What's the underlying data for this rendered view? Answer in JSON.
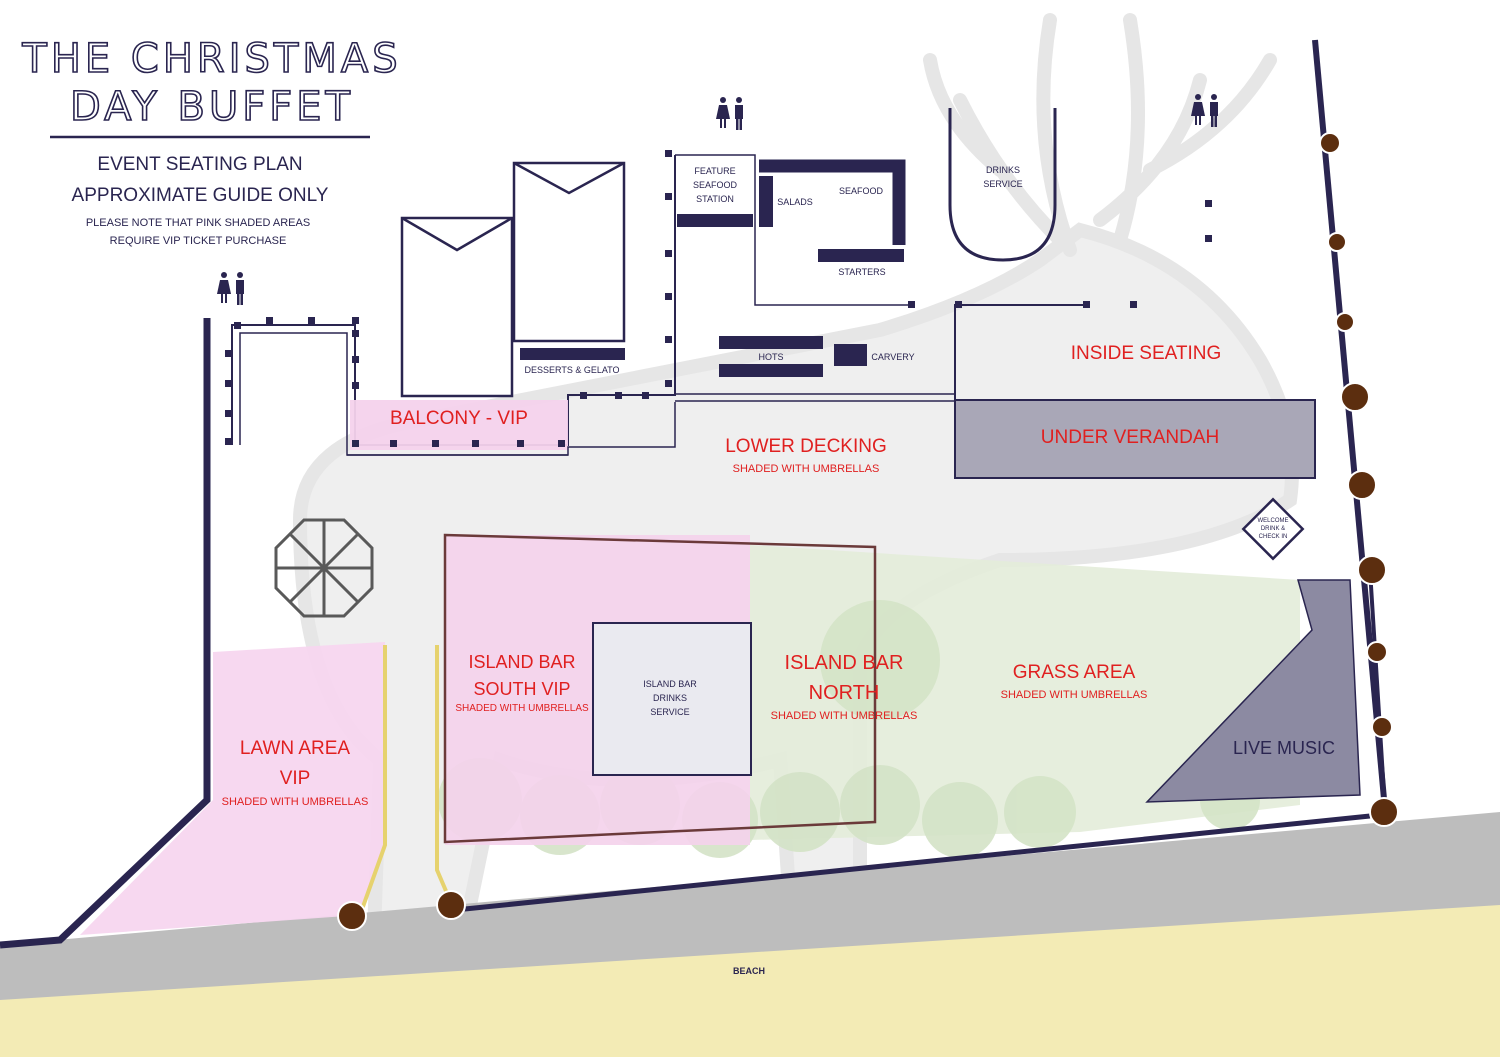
{
  "header": {
    "title_line1": "THE CHRISTMAS",
    "title_line2": "DAY BUFFET",
    "subtitle_line1": "EVENT SEATING PLAN",
    "subtitle_line2": "APPROXIMATE GUIDE ONLY",
    "note_line1": "PLEASE NOTE THAT PINK SHADED AREAS",
    "note_line2": "REQUIRE VIP TICKET PURCHASE"
  },
  "stations": {
    "feature_seafood": [
      "FEATURE",
      "SEAFOOD",
      "STATION"
    ],
    "salads": "SALADS",
    "seafood": "SEAFOOD",
    "starters": "STARTERS",
    "desserts": "DESSERTS & GELATO",
    "hots": "HOTS",
    "carvery": "CARVERY",
    "drinks_service": [
      "DRINKS",
      "SERVICE"
    ],
    "island_bar_service": [
      "ISLAND BAR",
      "DRINKS",
      "SERVICE"
    ],
    "welcome": [
      "WELCOME",
      "DRINK &",
      "CHECK IN"
    ]
  },
  "zones": {
    "inside_seating": "INSIDE SEATING",
    "under_verandah": "UNDER VERANDAH",
    "balcony_vip": "BALCONY - VIP",
    "lower_decking": "LOWER DECKING",
    "lower_decking_sub": "SHADED WITH UMBRELLAS",
    "island_south_line1": "ISLAND BAR",
    "island_south_line2": "SOUTH VIP",
    "island_south_sub": "SHADED WITH UMBRELLAS",
    "island_north_line1": "ISLAND BAR",
    "island_north_line2": "NORTH",
    "island_north_sub": "SHADED WITH UMBRELLAS",
    "grass_area": "GRASS AREA",
    "grass_area_sub": "SHADED WITH UMBRELLAS",
    "lawn_line1": "LAWN AREA",
    "lawn_line2": "VIP",
    "lawn_sub": "SHADED WITH UMBRELLAS",
    "live_music": "LIVE MUSIC",
    "beach": "BEACH"
  },
  "icons": [
    "restroom-icon",
    "umbrella-icon",
    "tree-icon",
    "deer-silhouette"
  ],
  "colors": {
    "navy": "#2a2550",
    "red": "#e02020",
    "vip_pink": "#f7d6ef",
    "verandah_grey": "#a9a7b7",
    "grass_green": "#dfe9d6",
    "road_grey": "#bdbdbd",
    "beach_sand": "#f3ebb5",
    "post_brown": "#5c2e0f"
  }
}
